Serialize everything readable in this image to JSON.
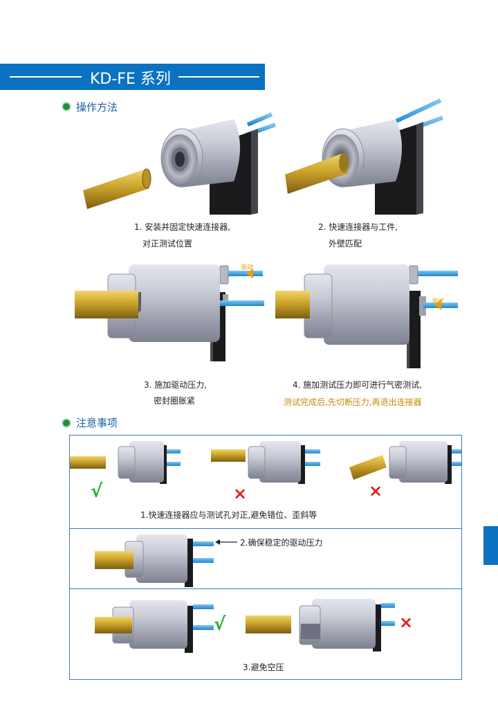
{
  "header": {
    "series_title": "KD-FE 系列"
  },
  "section1": {
    "title": "操作方法",
    "steps": [
      {
        "line1": "1. 安装并固定快速连接器,",
        "line2": "对正测试位置"
      },
      {
        "line1": "2. 快速连接器与工件,",
        "line2": "外壁匹配"
      },
      {
        "line1": "3. 施加驱动压力,",
        "line2": "密封圈胀紧"
      },
      {
        "line1": "4. 施加测试压力即可进行气密测试,",
        "line2": "测试完成后,先切断压力,再退出连接器"
      }
    ],
    "arrow_labels": [
      "驱动",
      "测试"
    ]
  },
  "section2": {
    "title": "注意事项",
    "notes": [
      "1.快速连接器应与测试孔对正,避免错位、歪斜等",
      "2.确保稳定的驱动压力",
      "3.避免空压"
    ],
    "marks": {
      "ok": "√",
      "x": "×"
    }
  },
  "colors": {
    "brand": "#0a72c0",
    "bullet": "#1f8f3a",
    "gold": "#c78a0a",
    "ok": "#20b030",
    "error": "#e0201a"
  }
}
